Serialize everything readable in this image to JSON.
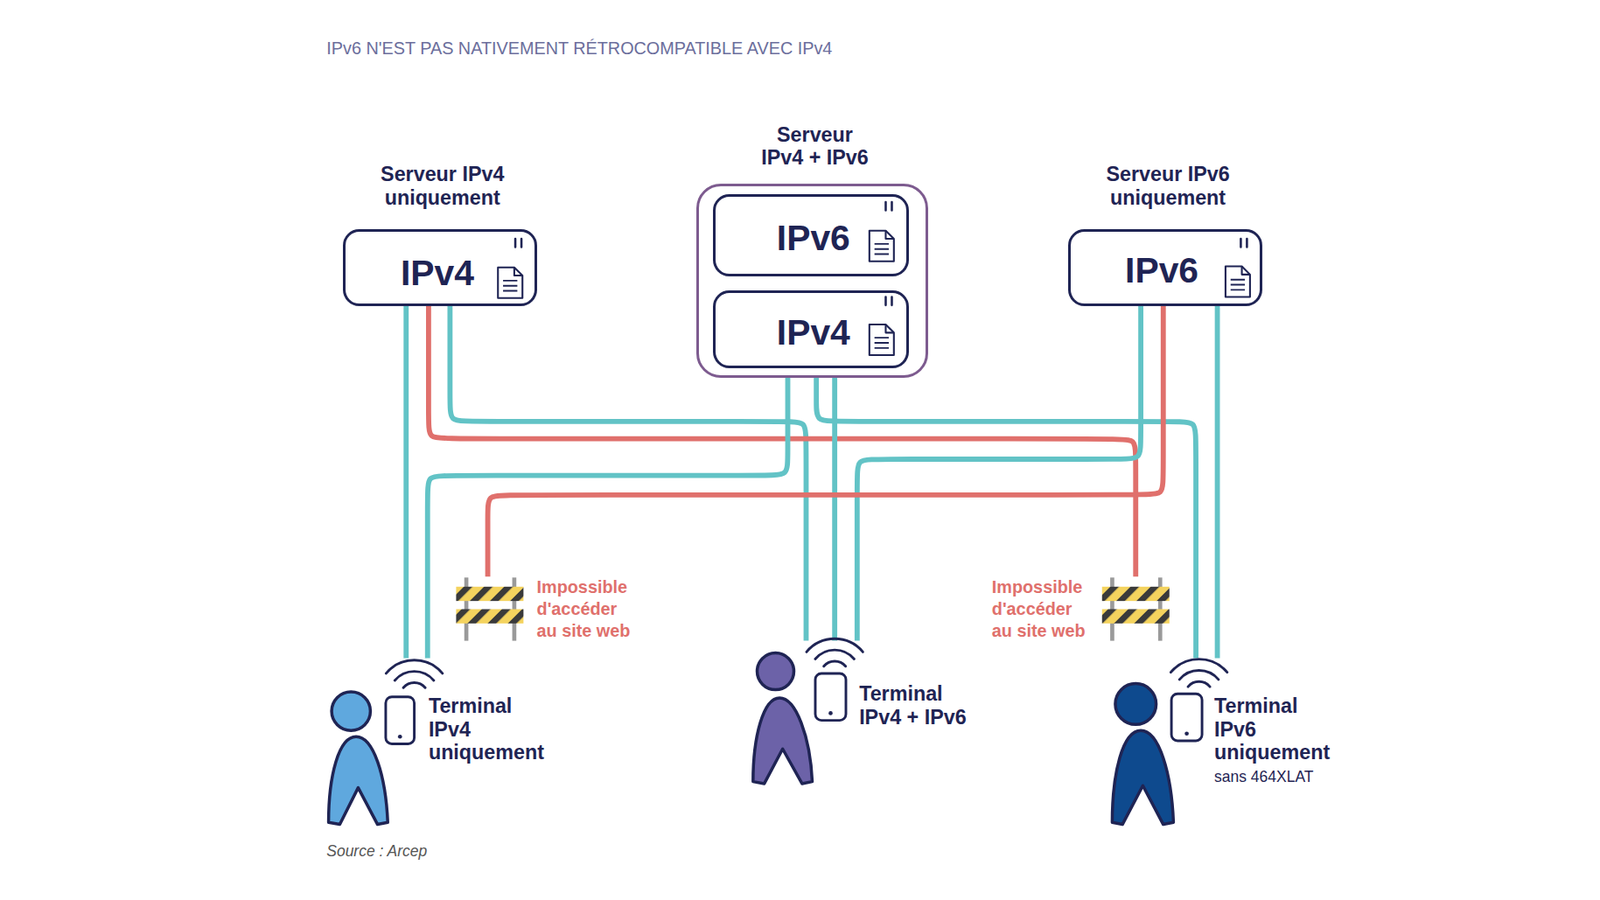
{
  "diagram": {
    "title": "IPv6 N'EST PAS NATIVEMENT RÉTROCOMPATIBLE AVEC IPv4",
    "caption": "Source : Arcep",
    "nodes": [
      {
        "text": [
          "Serveur IPv4 uniquement",
          "IPv4"
        ]
      },
      {
        "text": [
          "Serveur IPv4 + IPv6"
        ]
      },
      {
        "text": [
          "IPv6"
        ],
        "in": 1
      },
      {
        "text": [
          "IPv4"
        ],
        "in": 1
      },
      {
        "text": [
          "Serveur IPv6 uniquement",
          "IPv6"
        ]
      },
      {
        "text": [
          "Impossible d'accéder au site web"
        ]
      },
      {
        "text": [
          "Impossible d'accéder au site web"
        ]
      },
      {
        "text": [
          "Terminal IPv4 uniquement"
        ]
      },
      {
        "text": [
          "Terminal IPv4 + IPv6"
        ]
      },
      {
        "text": [
          "Terminal IPv6 uniquement",
          "sans 464XLAT"
        ]
      }
    ],
    "edges": [
      {
        "from": 0,
        "to": 7,
        "arrow": "none"
      },
      {
        "from": 0,
        "to": 8,
        "arrow": "none"
      },
      {
        "from": 0,
        "to": 6,
        "arrow": "none"
      },
      {
        "from": 1,
        "to": 7,
        "arrow": "none"
      },
      {
        "from": 1,
        "to": 8,
        "arrow": "none"
      },
      {
        "from": 1,
        "to": 9,
        "arrow": "none"
      },
      {
        "from": 4,
        "to": 8,
        "arrow": "none"
      },
      {
        "from": 4,
        "to": 5,
        "arrow": "none"
      },
      {
        "from": 4,
        "to": 9,
        "arrow": "none"
      }
    ]
  }
}
